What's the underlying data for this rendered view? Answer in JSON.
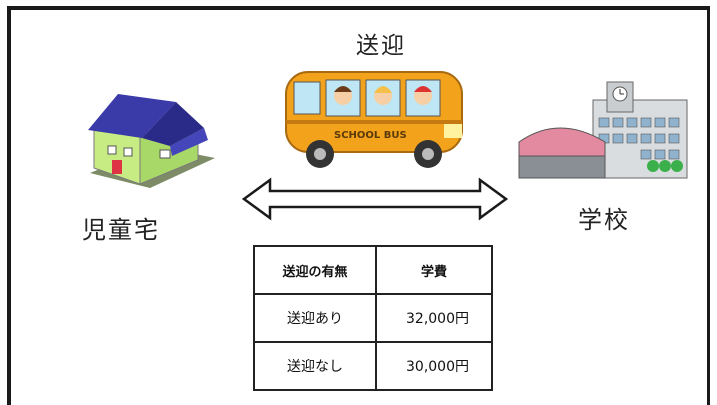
{
  "title": "送迎",
  "home_label": "児童宅",
  "school_label": "学校",
  "bus_text": "SCHOOL BUS",
  "table": {
    "headers": [
      "送迎の有無",
      "学費"
    ],
    "rows": [
      {
        "option": "送迎あり",
        "fee": "32,000円"
      },
      {
        "option": "送迎なし",
        "fee": "30,000円"
      }
    ]
  },
  "colors": {
    "bus": "#f3a21c",
    "house_roof": "#3a3aa8",
    "house_wall": "#c8ec84",
    "school_gym_roof": "#e38aa0"
  }
}
